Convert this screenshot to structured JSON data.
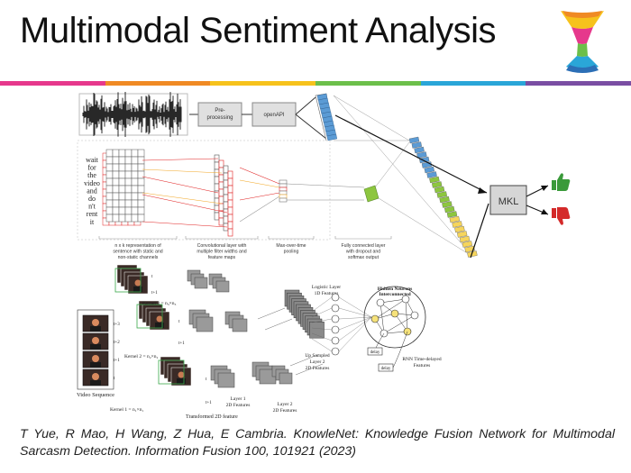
{
  "title": "Multimodal Sentiment Analysis",
  "accent_colors": [
    "#e6388c",
    "#f08a24",
    "#f6c21c",
    "#6cbf4a",
    "#2aa6d8",
    "#7a4ea3"
  ],
  "logo_icon": "funnel-logo-icon",
  "audio_branch": {
    "preprocessing": "Pre-\nprocessing",
    "tool": "openAPI"
  },
  "text_branch": {
    "sentence_words": [
      "wait",
      "for",
      "the",
      "video",
      "and",
      "do",
      "n't",
      "rent",
      "it"
    ],
    "captions": [
      "n x k representation of\nsentence with static and\nnon-static channels",
      "Convolutional layer with\nmultiple filter widths and\nfeature maps",
      "Max-over-time\npooling",
      "Fully connected layer\nwith dropout and\nsoftmax output"
    ]
  },
  "video_branch": {
    "frame_labels": [
      "t+3",
      "t+2",
      "t+1",
      "t"
    ],
    "video_sequence": "Video Sequence",
    "kernel_labels": [
      "Kernel 3 = n₃×n₃",
      "Kernel 2 = n₂×n₂",
      "Kernel 1 = n₁×n₁"
    ],
    "transformed": "Transformed 2D feature",
    "layer1": "Layer 1\n2D Features",
    "layer2": "Layer 2\n2D Features",
    "upsampled": "Up Sampled\nLayer 2\n2D Features",
    "logistic": "Logistic Layer\n1D Features",
    "hidden": "Hidden Neurons\nInterconnected",
    "delay": "delay",
    "rnn": "RNN Time-delayed\nFeatures",
    "time_labels": [
      "t",
      "t+1",
      "t",
      "t+1",
      "t",
      "t+1"
    ]
  },
  "fusion": {
    "mkl": "MKL",
    "positive_icon": "thumbs-up-icon",
    "negative_icon": "thumbs-down-icon",
    "positive_color": "#3a9a3a",
    "negative_color": "#d42a2a"
  },
  "citation": "T Yue, R Mao, H Wang, Z Hua, E Cambria. KnowleNet: Knowledge Fusion Network for Multimodal Sarcasm Detection. Information Fusion 100, 101921 (2023)"
}
